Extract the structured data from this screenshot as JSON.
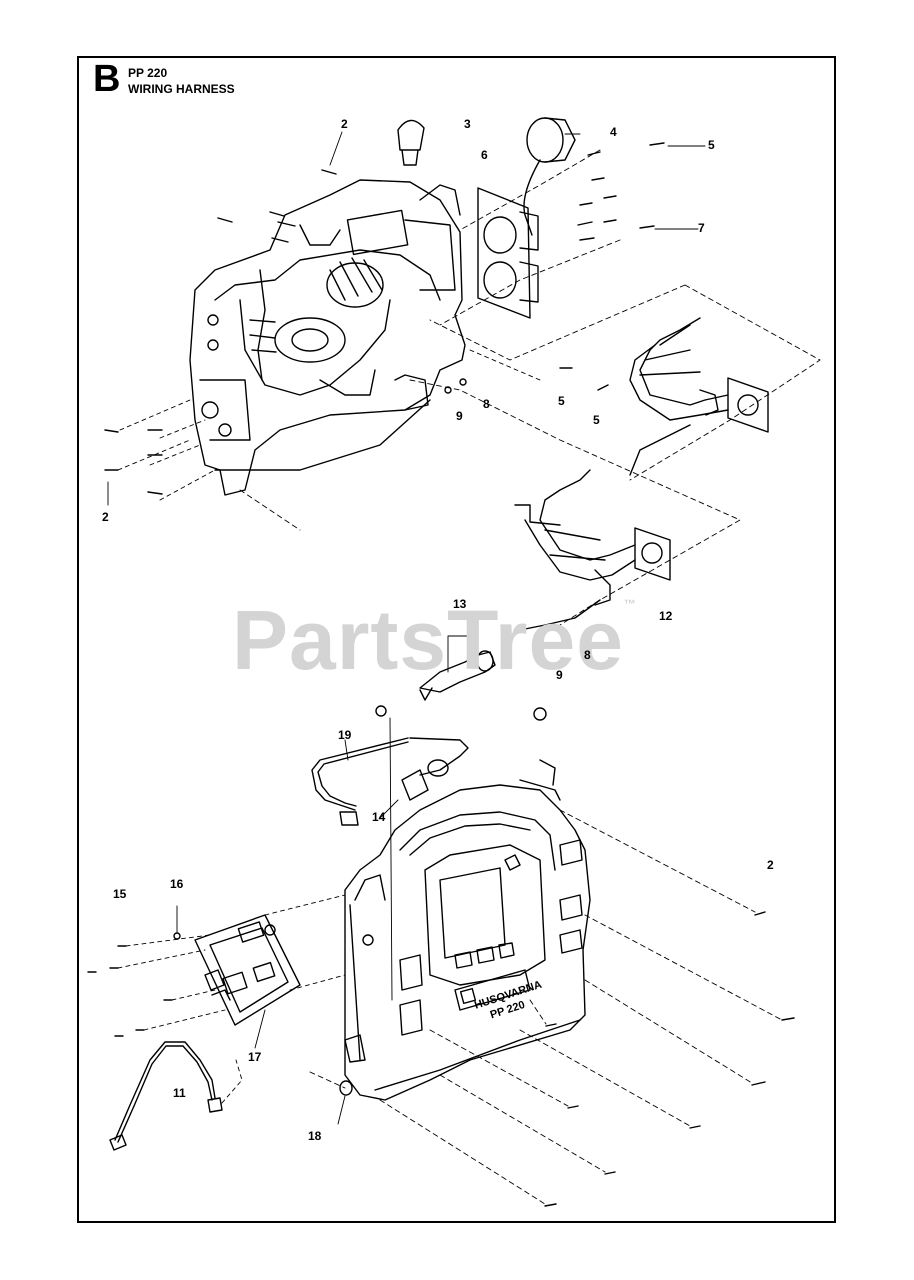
{
  "header": {
    "section_letter": "B",
    "model": "PP 220",
    "title": "WIRING HARNESS"
  },
  "watermark": {
    "text": "PartsTree",
    "mark": "™"
  },
  "unit_label": {
    "brand": "HUSQVARNA",
    "model": "PP 220"
  },
  "callouts": [
    {
      "id": "c2a",
      "label": "2"
    },
    {
      "id": "c3",
      "label": "3"
    },
    {
      "id": "c4",
      "label": "4"
    },
    {
      "id": "c5a",
      "label": "5"
    },
    {
      "id": "c6",
      "label": "6"
    },
    {
      "id": "c7",
      "label": "7"
    },
    {
      "id": "c5b",
      "label": "5"
    },
    {
      "id": "c5c",
      "label": "5"
    },
    {
      "id": "c8a",
      "label": "8"
    },
    {
      "id": "c9a",
      "label": "9"
    },
    {
      "id": "c2b",
      "label": "2"
    },
    {
      "id": "c13",
      "label": "13"
    },
    {
      "id": "c12",
      "label": "12"
    },
    {
      "id": "c8b",
      "label": "8"
    },
    {
      "id": "c9b",
      "label": "9"
    },
    {
      "id": "c19",
      "label": "19"
    },
    {
      "id": "c14",
      "label": "14"
    },
    {
      "id": "c2c",
      "label": "2"
    },
    {
      "id": "c15",
      "label": "15"
    },
    {
      "id": "c16",
      "label": "16"
    },
    {
      "id": "c17",
      "label": "17"
    },
    {
      "id": "c11",
      "label": "11"
    },
    {
      "id": "c18",
      "label": "18"
    }
  ],
  "colors": {
    "line": "#000000",
    "watermark": "#d4d4d4",
    "background": "#ffffff"
  }
}
